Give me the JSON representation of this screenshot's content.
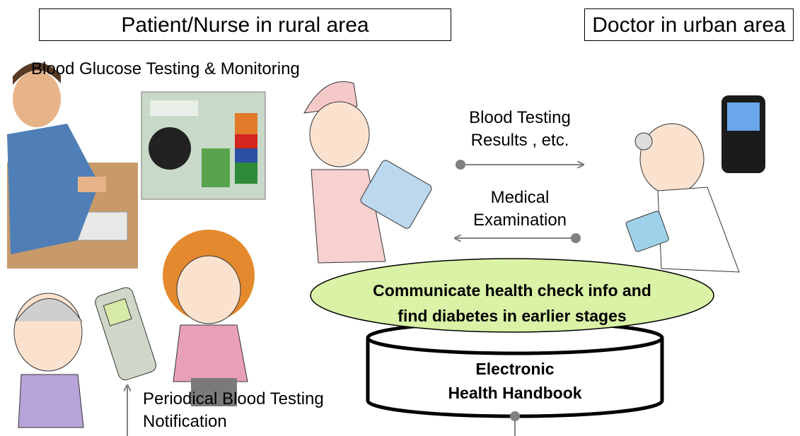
{
  "headers": {
    "left": "Patient/Nurse in rural area",
    "right": "Doctor in urban area"
  },
  "labels": {
    "glucose_testing": "Blood Glucose Testing & Monitoring",
    "results_line1": "Blood Testing",
    "results_line2": "Results , etc.",
    "exam_line1": "Medical",
    "exam_line2": "Examination",
    "notification_line1": "Periodical Blood Testing",
    "notification_line2": "Notification"
  },
  "ellipse": {
    "line1": "Communicate health check info and",
    "line2": "find diabetes in earlier stages",
    "fill": "#d9f2a6"
  },
  "database": {
    "line1": "Electronic",
    "line2": "Health Handbook"
  },
  "colors": {
    "arrow": "#808080",
    "outline": "#000000"
  },
  "icons": [
    "patient-with-meter-icon",
    "glucose-meter-screen-icon",
    "nurse-with-tablet-icon",
    "doctor-with-tablet-icon",
    "smartphone-icon",
    "elderly-man-icon",
    "feature-phone-icon",
    "elderly-woman-icon"
  ]
}
